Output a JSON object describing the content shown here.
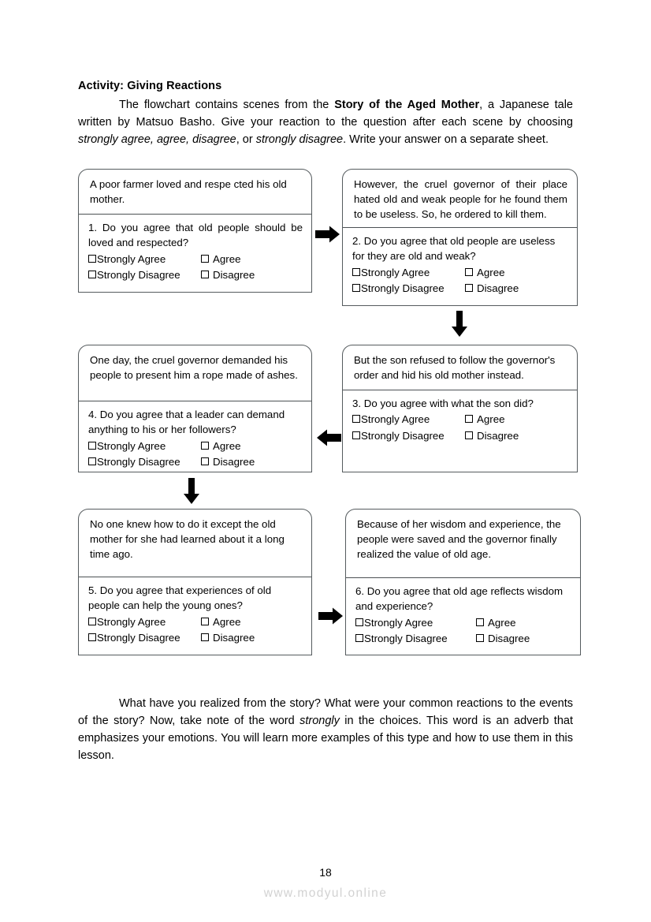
{
  "header": {
    "activity_title": "Activity: Giving Reactions",
    "intro_parts": [
      {
        "text": "The flowchart contains scenes from the ",
        "style": "normal"
      },
      {
        "text": "Story of the Aged Mother",
        "style": "bold"
      },
      {
        "text": ", a Japanese tale written by Matsuo Basho. Give your reaction to the question after each scene by choosing ",
        "style": "normal"
      },
      {
        "text": "strongly agree, agree, disagree",
        "style": "italic"
      },
      {
        "text": ", or ",
        "style": "normal"
      },
      {
        "text": "strongly disagree",
        "style": "italic"
      },
      {
        "text": ". Write your answer on a separate sheet.",
        "style": "normal"
      }
    ]
  },
  "options": {
    "strongly_agree": "Strongly Agree",
    "agree": "Agree",
    "strongly_disagree": "Strongly Disagree",
    "disagree": "Disagree"
  },
  "flowchart": {
    "boxes": [
      {
        "id": "box-1",
        "scene": "A poor farmer loved and respe cted his old mother.",
        "question": "1. Do you agree that old people should be loved and respected?"
      },
      {
        "id": "box-2",
        "scene": "However, the cruel governor of their place hated old and weak people for he found them to be useless. So, he ordered to kill them.",
        "question": "2. Do you agree that old people are useless for they are old and weak?"
      },
      {
        "id": "box-3",
        "scene": "One day, the cruel governor demanded his people to present him a rope made of ashes.",
        "question": "4. Do you agree that a leader can demand anything to his or her followers?"
      },
      {
        "id": "box-4",
        "scene": "But the son refused to follow the governor's order and hid his old mother instead.",
        "question": "3. Do you agree with what the son did?"
      },
      {
        "id": "box-5",
        "scene": "No one knew how to do it except the old mother for she had learned about it a long time ago.",
        "question": "5. Do you agree that experiences of old people can help the young ones?"
      },
      {
        "id": "box-6",
        "scene": "Because of her wisdom and experience, the people were saved and the governor finally realized the value of old age.",
        "question": "6. Do you agree that old age reflects wisdom and experience?"
      }
    ],
    "arrows": [
      {
        "name": "arrow-right-box1-to-box2",
        "direction": "right"
      },
      {
        "name": "arrow-down-box2-to-box4",
        "direction": "down"
      },
      {
        "name": "arrow-left-box4-to-box3",
        "direction": "left"
      },
      {
        "name": "arrow-down-box3-to-box5",
        "direction": "down"
      },
      {
        "name": "arrow-right-box5-to-box6",
        "direction": "right"
      }
    ]
  },
  "closing": {
    "parts": [
      {
        "text": "What have you realized from the story? What were your common reactions to the events of the story? Now, take note of the word ",
        "style": "normal"
      },
      {
        "text": "strongly",
        "style": "italic"
      },
      {
        "text": " in the choices. This word is an adverb that emphasizes your emotions. You will learn more examples of this type and how to use them in this lesson.",
        "style": "normal"
      }
    ]
  },
  "footer": {
    "page_number": "18",
    "watermark": "www.modyul.online"
  }
}
